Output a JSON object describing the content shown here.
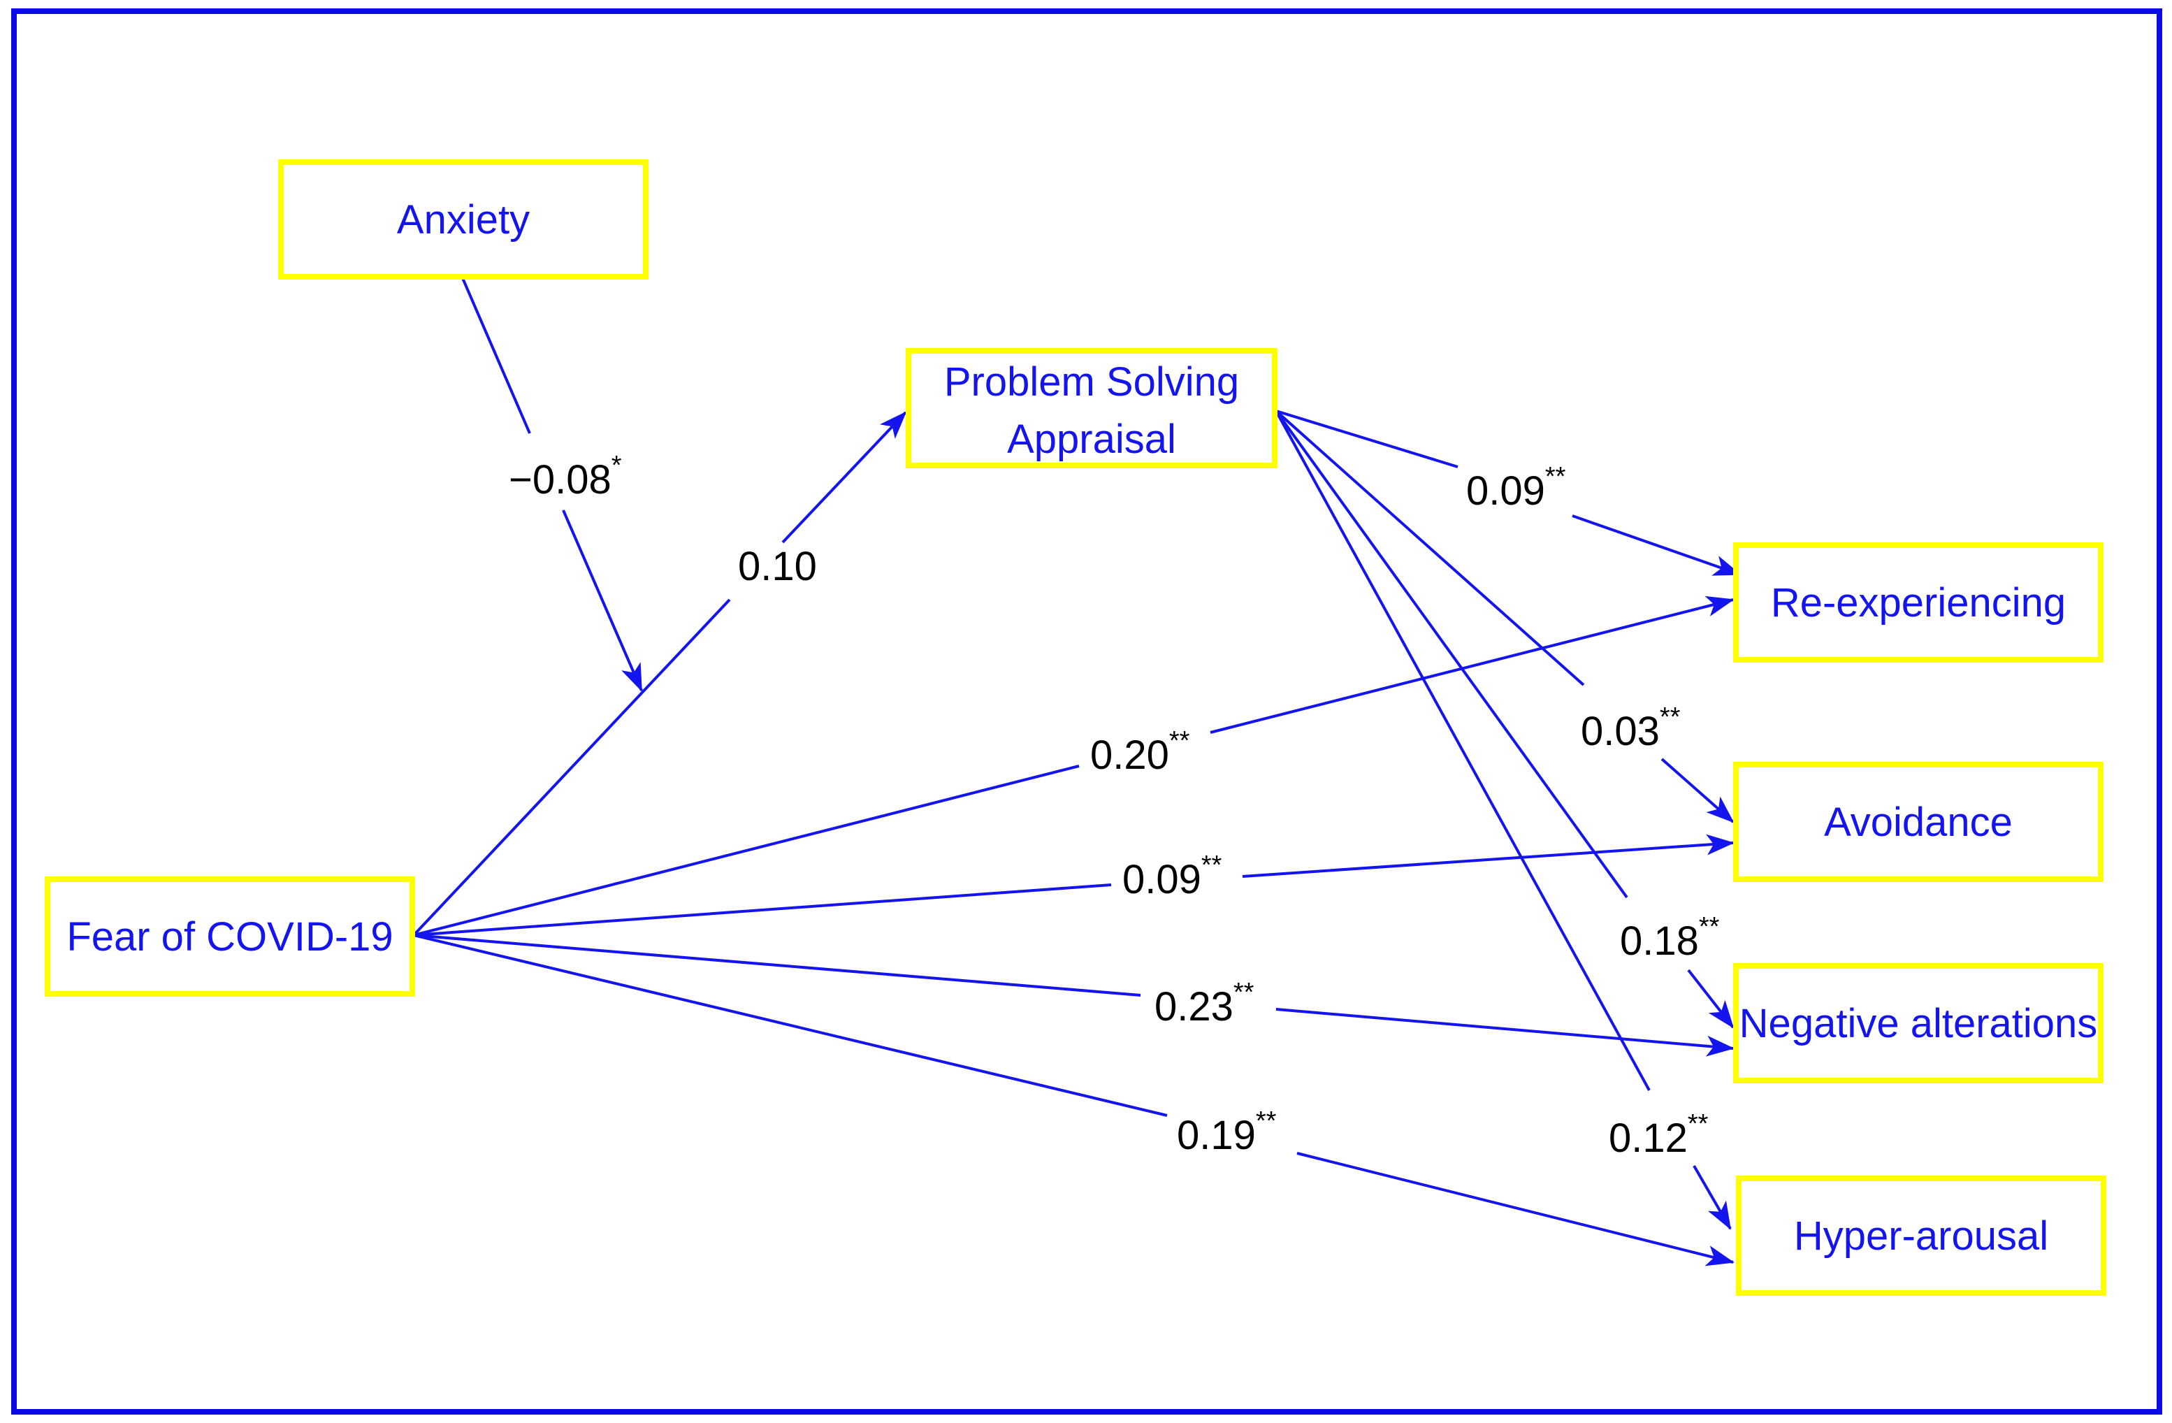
{
  "diagram": {
    "nodes": {
      "anxiety": "Anxiety",
      "problem_solving_line1": "Problem Solving",
      "problem_solving_line2": "Appraisal",
      "fear_covid": "Fear of COVID-19",
      "reexperiencing": "Re-experiencing",
      "avoidance": "Avoidance",
      "negative_alterations": "Negative alterations",
      "hyperarousal": "Hyper-arousal"
    },
    "paths": [
      {
        "from": "Anxiety",
        "to": "Fear of COVID-19 → Problem Solving Appraisal (moderation)",
        "coefficient": "−0.08",
        "significance": "*"
      },
      {
        "from": "Fear of COVID-19",
        "to": "Problem Solving Appraisal",
        "coefficient": "0.10",
        "significance": ""
      },
      {
        "from": "Problem Solving Appraisal",
        "to": "Re-experiencing",
        "coefficient": "0.09",
        "significance": "**"
      },
      {
        "from": "Problem Solving Appraisal",
        "to": "Avoidance",
        "coefficient": "0.03",
        "significance": "**"
      },
      {
        "from": "Problem Solving Appraisal",
        "to": "Negative alterations",
        "coefficient": "0.18",
        "significance": "**"
      },
      {
        "from": "Problem Solving Appraisal",
        "to": "Hyper-arousal",
        "coefficient": "0.12",
        "significance": "**"
      },
      {
        "from": "Fear of COVID-19",
        "to": "Re-experiencing",
        "coefficient": "0.20",
        "significance": "**"
      },
      {
        "from": "Fear of COVID-19",
        "to": "Avoidance",
        "coefficient": "0.09",
        "significance": "**"
      },
      {
        "from": "Fear of COVID-19",
        "to": "Negative alterations",
        "coefficient": "0.23",
        "significance": "**"
      },
      {
        "from": "Fear of COVID-19",
        "to": "Hyper-arousal",
        "coefficient": "0.19",
        "significance": "**"
      }
    ]
  },
  "colors": {
    "frame": "#0a0ae6",
    "node_border": "#ffff00",
    "node_text": "#1414ee",
    "arrow": "#1414ee",
    "coefficient_text": "#000000"
  }
}
